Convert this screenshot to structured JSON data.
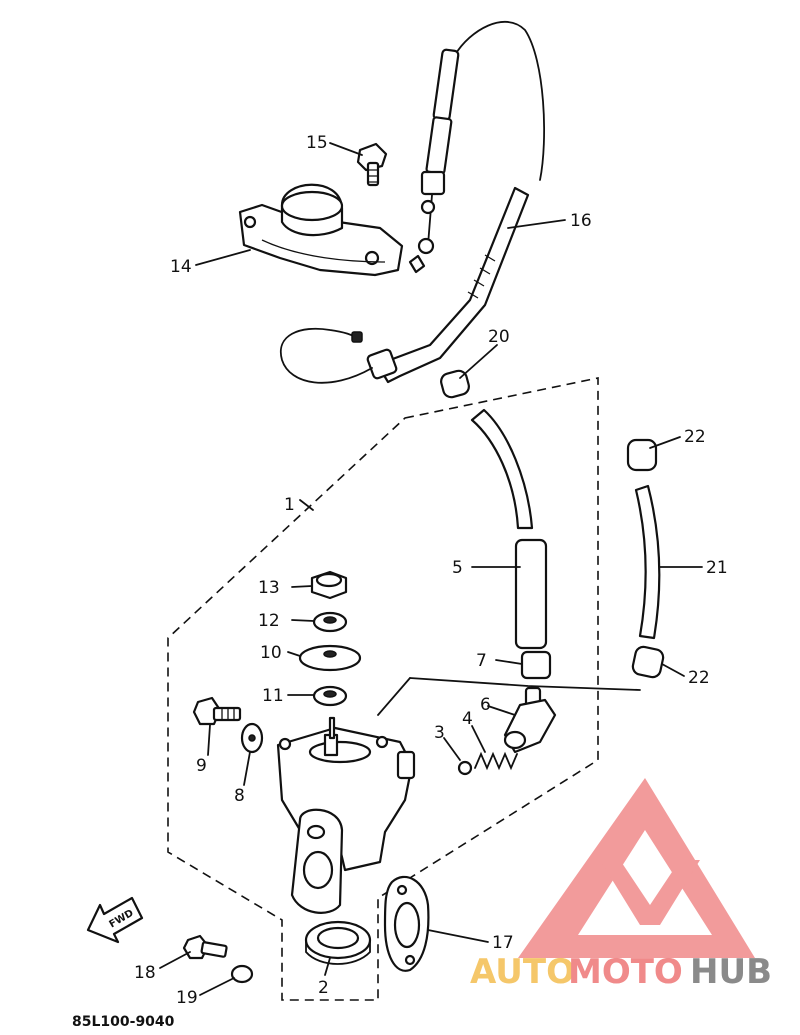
{
  "diagram": {
    "part_labels": [
      "1",
      "2",
      "3",
      "4",
      "5",
      "6",
      "7",
      "8",
      "9",
      "10",
      "11",
      "12",
      "13",
      "14",
      "15",
      "16",
      "17",
      "18",
      "19",
      "20",
      "21",
      "22",
      "22"
    ],
    "diagram_code": "85L100-9040",
    "forward_marker": "FWD"
  },
  "watermark": {
    "word_1": "AUTO",
    "word_2": "MOTO",
    "word_3": "HUB",
    "colors": {
      "logo_red": "#f08a8a",
      "auto_yellow": "#f5c76a",
      "moto_red": "#f08a8a",
      "hub_gray": "#8a8a8a"
    }
  }
}
